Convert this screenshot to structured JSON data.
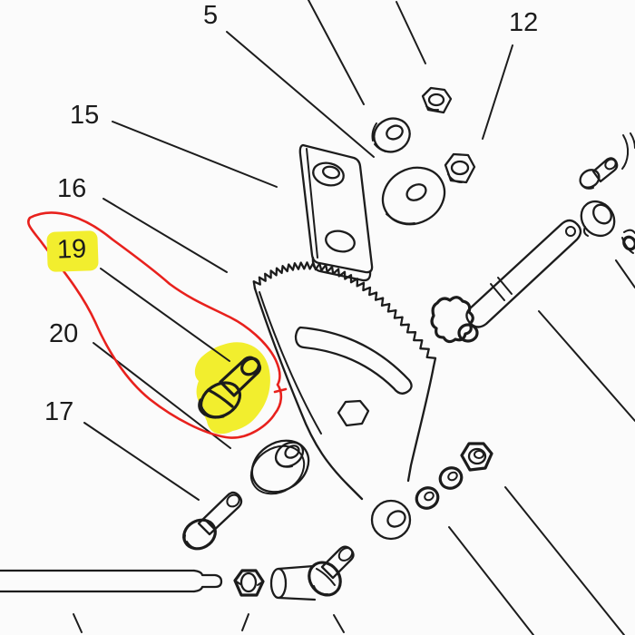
{
  "labels": [
    {
      "text": "5"
    },
    {
      "text": "12"
    },
    {
      "text": "15"
    },
    {
      "text": "16"
    },
    {
      "text": "19"
    },
    {
      "text": "20"
    },
    {
      "text": "17"
    }
  ],
  "annotations": {
    "highlighted_label": "19",
    "highlight_style": "yellow marker over label and bolt, red freehand circle around part 19"
  },
  "colors": {
    "background": "#fbfbfb",
    "line_color": "#1c1c1c",
    "highlight_yellow": "#f2ee2e",
    "annotation_red": "#e8211d",
    "label_color": "#1b1b1b"
  }
}
